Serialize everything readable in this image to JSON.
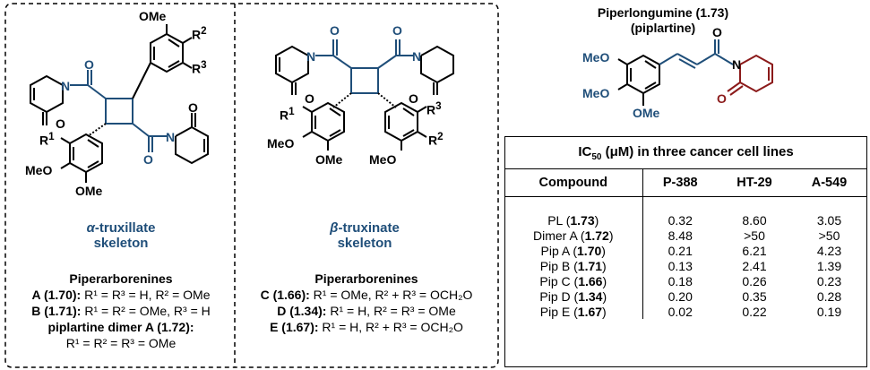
{
  "left_panel": {
    "atoms": {
      "ome": "OMe",
      "meo": "MeO",
      "r1": "R",
      "r2": "R",
      "r3": "R",
      "o": "O",
      "n": "N"
    },
    "caption_greek": "α",
    "caption_line1": "-truxillate",
    "caption_line2": "skeleton",
    "heading": "Piperarborenines",
    "defs": [
      {
        "label": "A (1.70):",
        "text": " R¹ = R³ = H, R² = OMe"
      },
      {
        "label": "B (1.71):",
        "text": " R¹ = R² = OMe, R³ = H"
      },
      {
        "label": "piplartine dimer A (1.72):",
        "text": ""
      },
      {
        "label": "",
        "text": "R¹ = R² = R³ = OMe"
      }
    ]
  },
  "middle_panel": {
    "caption_greek": "β",
    "caption_line1": "-truxinate",
    "caption_line2": "skeleton",
    "heading": "Piperarborenines",
    "defs": [
      {
        "label": "C (1.66):",
        "text": " R¹ = OMe, R² + R³ = OCH₂O"
      },
      {
        "label": "D (1.34):",
        "text": " R¹ = H, R² = R³ = OMe"
      },
      {
        "label": "E (1.67):",
        "text": " R¹ = H, R² + R³ = OCH₂O"
      }
    ]
  },
  "right_panel": {
    "title_line1": "Piperlongumine (1.73)",
    "title_line2": "(piplartine)",
    "atoms": {
      "meo1": "MeO",
      "meo2": "MeO",
      "ome": "OMe",
      "o1": "O",
      "o2": "O",
      "n": "N"
    }
  },
  "table": {
    "title_pre": "IC",
    "title_sub": "50",
    "title_post": " (μM) in three cancer cell lines",
    "headers": [
      "Compound",
      "P-388",
      "HT-29",
      "A-549"
    ],
    "rows": [
      {
        "name": "PL (",
        "num": "1.73",
        "end": ")",
        "v": [
          "0.32",
          "8.60",
          "3.05"
        ]
      },
      {
        "name": "Dimer A (",
        "num": "1.72",
        "end": ")",
        "v": [
          "8.48",
          ">50",
          ">50"
        ]
      },
      {
        "name": "Pip A  (",
        "num": "1.70",
        "end": ")",
        "v": [
          "0.21",
          "6.21",
          "4.23"
        ]
      },
      {
        "name": "Pip B (",
        "num": "1.71",
        "end": ")",
        "v": [
          "0.13",
          "2.41",
          "1.39"
        ]
      },
      {
        "name": "Pip C (",
        "num": "1.66",
        "end": ")",
        "v": [
          "0.18",
          "0.26",
          "0.23"
        ]
      },
      {
        "name": "Pip D (",
        "num": "1.34",
        "end": ")",
        "v": [
          "0.20",
          "0.35",
          "0.28"
        ]
      },
      {
        "name": "Pip E (",
        "num": "1.67",
        "end": ")",
        "v": [
          "0.02",
          "0.22",
          "0.19"
        ]
      }
    ]
  },
  "colors": {
    "accent_blue": "#1f4e79",
    "accent_red": "#8b1a1a",
    "line": "#000000"
  }
}
